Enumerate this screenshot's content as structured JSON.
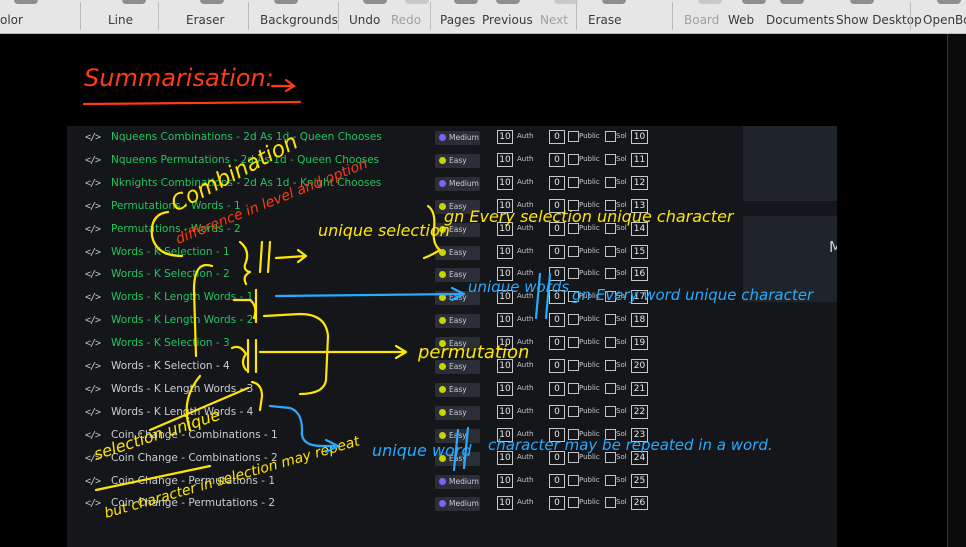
{
  "toolbar": {
    "items": [
      {
        "label": "olor",
        "name": "color-button",
        "icon": "color-icon",
        "enabled": true
      },
      {
        "label": "Line",
        "name": "line-button",
        "icon": "line-icon",
        "enabled": true
      },
      {
        "label": "Eraser",
        "name": "eraser-button",
        "icon": "eraser-icon",
        "enabled": true
      },
      {
        "label": "Backgrounds",
        "name": "backgrounds-button",
        "icon": "backgrounds-icon",
        "enabled": true
      },
      {
        "label": "Undo",
        "name": "undo-button",
        "icon": "undo-icon",
        "enabled": true
      },
      {
        "label": "Redo",
        "name": "redo-button",
        "icon": "redo-icon",
        "enabled": false
      },
      {
        "label": "Pages",
        "name": "pages-button",
        "icon": "pages-icon",
        "enabled": true
      },
      {
        "label": "Previous",
        "name": "previous-button",
        "icon": "previous-icon",
        "enabled": true
      },
      {
        "label": "Next",
        "name": "next-button",
        "icon": "next-icon",
        "enabled": false
      },
      {
        "label": "Erase",
        "name": "erase-button",
        "icon": "erase-icon",
        "enabled": true
      },
      {
        "label": "Board",
        "name": "board-button",
        "icon": "board-icon",
        "enabled": false
      },
      {
        "label": "Web",
        "name": "web-button",
        "icon": "globe-icon",
        "enabled": true
      },
      {
        "label": "Documents",
        "name": "documents-button",
        "icon": "documents-icon",
        "enabled": true
      },
      {
        "label": "Show Desktop",
        "name": "show-desktop-button",
        "icon": "desktop-icon",
        "enabled": true
      },
      {
        "label": "OpenBo",
        "name": "openboard-button",
        "icon": "openboard-icon",
        "enabled": true
      }
    ]
  },
  "questions": [
    {
      "title": "Nqueens Combinations - 2d As 1d - Queen Chooses",
      "difficulty": "Medium",
      "score": "10",
      "auth": "Auth",
      "auth_count": "0",
      "public": "Public",
      "sol": "Sol",
      "sol_num": "10",
      "solved": true
    },
    {
      "title": "Nqueens Permutations - 2d As 1d - Queen Chooses",
      "difficulty": "Easy",
      "score": "10",
      "auth": "Auth",
      "auth_count": "0",
      "public": "Public",
      "sol": "Sol",
      "sol_num": "11",
      "solved": true
    },
    {
      "title": "Nknights Combinations - 2d As 1d - Knight Chooses",
      "difficulty": "Medium",
      "score": "10",
      "auth": "Auth",
      "auth_count": "0",
      "public": "Public",
      "sol": "Sol",
      "sol_num": "12",
      "solved": true
    },
    {
      "title": "Permutations - Words - 1",
      "difficulty": "Easy",
      "score": "10",
      "auth": "Auth",
      "auth_count": "0",
      "public": "Public",
      "sol": "Sol",
      "sol_num": "13",
      "solved": true
    },
    {
      "title": "Permutations - Words - 2",
      "difficulty": "Easy",
      "score": "10",
      "auth": "Auth",
      "auth_count": "0",
      "public": "Public",
      "sol": "Sol",
      "sol_num": "14",
      "solved": true
    },
    {
      "title": "Words - K Selection - 1",
      "difficulty": "Easy",
      "score": "10",
      "auth": "Auth",
      "auth_count": "0",
      "public": "Public",
      "sol": "Sol",
      "sol_num": "15",
      "solved": true
    },
    {
      "title": "Words - K Selection - 2",
      "difficulty": "Easy",
      "score": "10",
      "auth": "Auth",
      "auth_count": "0",
      "public": "Public",
      "sol": "Sol",
      "sol_num": "16",
      "solved": true
    },
    {
      "title": "Words - K Length Words - 1",
      "difficulty": "Easy",
      "score": "10",
      "auth": "Auth",
      "auth_count": "0",
      "public": "Public",
      "sol": "Sol",
      "sol_num": "17",
      "solved": true
    },
    {
      "title": "Words - K Length Words - 2",
      "difficulty": "Easy",
      "score": "10",
      "auth": "Auth",
      "auth_count": "0",
      "public": "Public",
      "sol": "Sol",
      "sol_num": "18",
      "solved": true
    },
    {
      "title": "Words - K Selection - 3",
      "difficulty": "Easy",
      "score": "10",
      "auth": "Auth",
      "auth_count": "0",
      "public": "Public",
      "sol": "Sol",
      "sol_num": "19",
      "solved": true
    },
    {
      "title": "Words - K Selection - 4",
      "difficulty": "Easy",
      "score": "10",
      "auth": "Auth",
      "auth_count": "0",
      "public": "Public",
      "sol": "Sol",
      "sol_num": "20",
      "solved": false
    },
    {
      "title": "Words - K Length Words - 3",
      "difficulty": "Easy",
      "score": "10",
      "auth": "Auth",
      "auth_count": "0",
      "public": "Public",
      "sol": "Sol",
      "sol_num": "21",
      "solved": false
    },
    {
      "title": "Words - K Length Words - 4",
      "difficulty": "Easy",
      "score": "10",
      "auth": "Auth",
      "auth_count": "0",
      "public": "Public",
      "sol": "Sol",
      "sol_num": "22",
      "solved": false
    },
    {
      "title": "Coin Change - Combinations - 1",
      "difficulty": "Easy",
      "score": "10",
      "auth": "Auth",
      "auth_count": "0",
      "public": "Public",
      "sol": "Sol",
      "sol_num": "23",
      "solved": false
    },
    {
      "title": "Coin Change - Combinations - 2",
      "difficulty": "Easy",
      "score": "10",
      "auth": "Auth",
      "auth_count": "0",
      "public": "Public",
      "sol": "Sol",
      "sol_num": "24",
      "solved": false
    },
    {
      "title": "Coin Change - Permutations - 1",
      "difficulty": "Medium",
      "score": "10",
      "auth": "Auth",
      "auth_count": "0",
      "public": "Public",
      "sol": "Sol",
      "sol_num": "25",
      "solved": false
    },
    {
      "title": "Coin Change - Permutations - 2",
      "difficulty": "Medium",
      "score": "10",
      "auth": "Auth",
      "auth_count": "0",
      "public": "Public",
      "sol": "Sol",
      "sol_num": "26",
      "solved": false
    }
  ],
  "side_panel": {
    "letter": "M"
  },
  "annotations": {
    "heading": "Summarisation:",
    "combination": "Combination",
    "combination_note": "difference in level and option",
    "unique_selection": "unique selection",
    "gn_every_selection": "gn Every selection unique character",
    "unique_words": "unique words",
    "gn_every_word": "gn Every word unique character",
    "permutation": "permutation",
    "unique_word_repeat": "unique word",
    "character_repeat": "character may be repeated in a word.",
    "selection_unique": "selection unique",
    "but_character": "but character in selection may repeat"
  },
  "colors": {
    "toolbar_bg": "#e6e6e6",
    "board_bg": "#000000",
    "title_solved": "#22c55e",
    "title_unsolved": "#c9ccd3",
    "easy": "#c8d400",
    "medium": "#7b61ff",
    "ink_red": "#ff3b14",
    "ink_yellow": "#ffe600",
    "ink_blue": "#2aa9ff"
  }
}
